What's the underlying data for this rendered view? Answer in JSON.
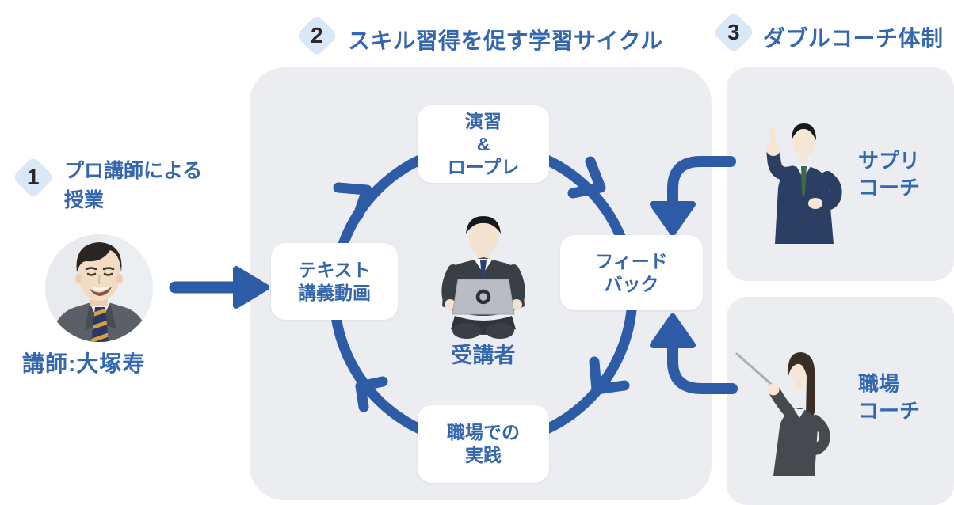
{
  "colors": {
    "accent_blue": "#2d5ba5",
    "text_blue": "#3467ae",
    "badge_bg": "#d9e8f6",
    "badge_number": "#2b2726",
    "panel_bg": "#ebedf0",
    "node_bg": "#ffffff"
  },
  "headings": {
    "step1": {
      "number": "1",
      "lines": [
        "プロ講師による",
        "授業"
      ]
    },
    "step2": {
      "number": "2",
      "title": "スキル習得を促す学習サイクル"
    },
    "step3": {
      "number": "3",
      "title": "ダブルコーチ体制"
    }
  },
  "instructor": {
    "caption": "講師:大塚寿"
  },
  "cycle": {
    "top": {
      "lines": [
        "演習",
        "&",
        "ロープレ"
      ]
    },
    "right": {
      "lines": [
        "フィード",
        "バック"
      ]
    },
    "bottom": {
      "lines": [
        "職場での",
        "実践"
      ]
    },
    "left": {
      "lines": [
        "テキスト",
        "講義動画"
      ]
    },
    "center_label": "受講者",
    "flow": "clockwise"
  },
  "coaches": {
    "sapuri": {
      "lines": [
        "サプリ",
        "コーチ"
      ]
    },
    "workplace": {
      "lines": [
        "職場",
        "コーチ"
      ]
    }
  },
  "icons": {
    "instructor_photo": "instructor-portrait-photo",
    "student": "student-with-laptop-illustration",
    "sapuri_coach": "man-pointing-up-illustration",
    "workplace_coach": "woman-with-pointer-illustration"
  }
}
